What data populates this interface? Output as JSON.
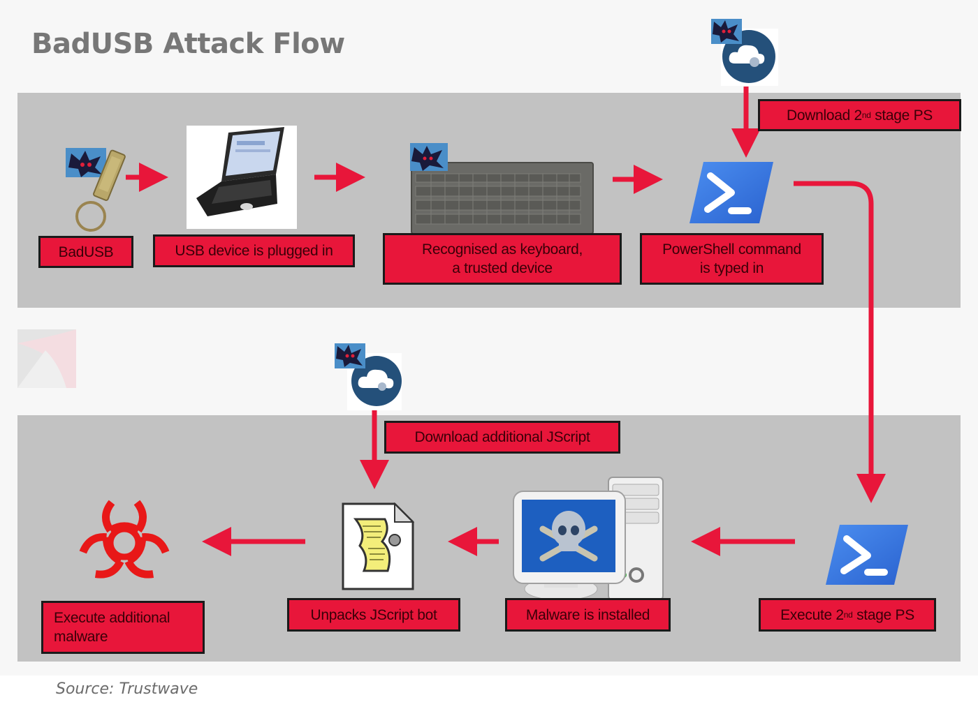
{
  "title": "BadUSB Attack Flow",
  "source": "Source: Trustwave",
  "colors": {
    "accent_red": "#e8163a",
    "panel_gray": "#c2c2c2",
    "background": "#f7f7f7",
    "title_gray": "#777777",
    "powershell_blue": "#2f6fd6",
    "cloud_blue": "#24507a"
  },
  "steps": [
    {
      "id": "badusb",
      "label": "BadUSB",
      "icon": "usb-stick-with-keyring"
    },
    {
      "id": "plugged",
      "label": "USB device is plugged in",
      "icon": "laptop"
    },
    {
      "id": "keyboard",
      "label": "Recognised as keyboard,\na trusted device",
      "icon": "keyboard"
    },
    {
      "id": "powershell",
      "label": "PowerShell command\nis typed in",
      "icon": "powershell-logo"
    },
    {
      "id": "download-ps",
      "label_main": "Download 2",
      "label_sup": "nd",
      "label_tail": " stage PS",
      "icon": "cloud-download"
    },
    {
      "id": "execute-ps",
      "label_main": "Execute 2",
      "label_sup": "nd",
      "label_tail": " stage PS",
      "icon": "powershell-logo"
    },
    {
      "id": "malware-installed",
      "label": "Malware is installed",
      "icon": "infected-computer-skull"
    },
    {
      "id": "download-js",
      "label": "Download additional JScript",
      "icon": "cloud-download"
    },
    {
      "id": "unpacks-js",
      "label": "Unpacks JScript bot",
      "icon": "script-file"
    },
    {
      "id": "execute-malware",
      "label": "Execute additional\nmalware",
      "icon": "biohazard"
    }
  ],
  "flow": [
    [
      "badusb",
      "plugged"
    ],
    [
      "plugged",
      "keyboard"
    ],
    [
      "keyboard",
      "powershell"
    ],
    [
      "download-ps",
      "powershell"
    ],
    [
      "powershell",
      "execute-ps"
    ],
    [
      "execute-ps",
      "malware-installed"
    ],
    [
      "malware-installed",
      "unpacks-js"
    ],
    [
      "download-js",
      "unpacks-js"
    ],
    [
      "unpacks-js",
      "execute-malware"
    ]
  ]
}
